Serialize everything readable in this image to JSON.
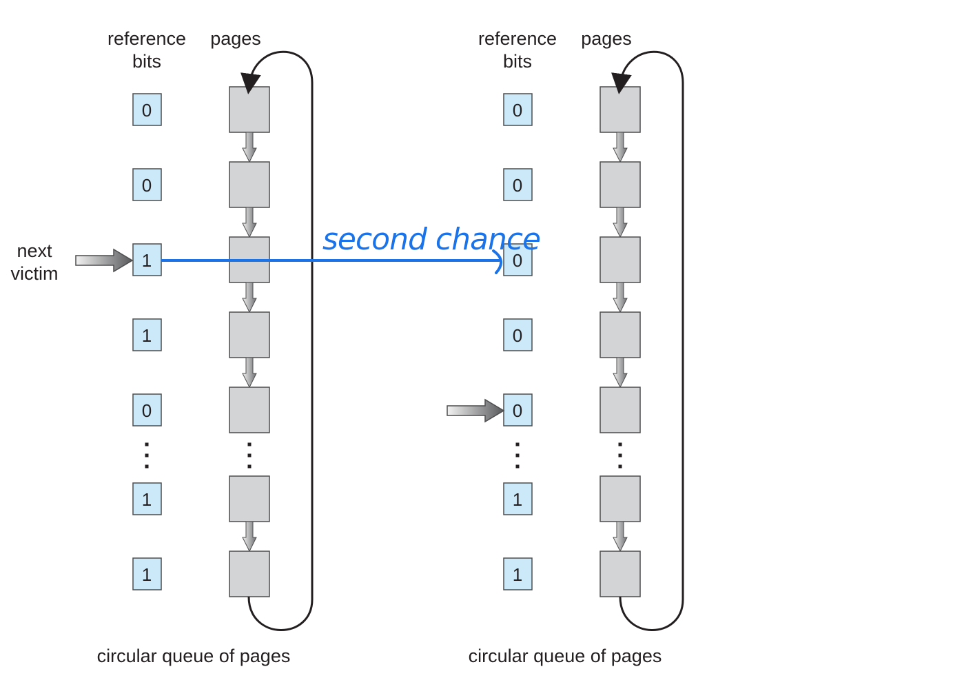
{
  "colors": {
    "bit_fill": "#cce9f9",
    "page_fill": "#d3d4d6",
    "box_stroke": "#4d4d4f",
    "annotation": "#1a73e8"
  },
  "panels": [
    {
      "id": "before",
      "header_bits": [
        "reference",
        "bits"
      ],
      "header_pages": "pages",
      "bits": [
        "0",
        "0",
        "1",
        "1",
        "0",
        "1",
        "1"
      ],
      "pointer_index": 2,
      "pointer_label": [
        "next",
        "victim"
      ],
      "caption": "circular queue of pages"
    },
    {
      "id": "after",
      "header_bits": [
        "reference",
        "bits"
      ],
      "header_pages": "pages",
      "bits": [
        "0",
        "0",
        "0",
        "0",
        "0",
        "1",
        "1"
      ],
      "pointer_index": 4,
      "pointer_label": [],
      "caption": "circular queue of pages"
    }
  ],
  "annotation": {
    "text": "second chance",
    "from": "before.bit.2",
    "to": "after.bit.2"
  },
  "gap_marker": "ellipsis"
}
